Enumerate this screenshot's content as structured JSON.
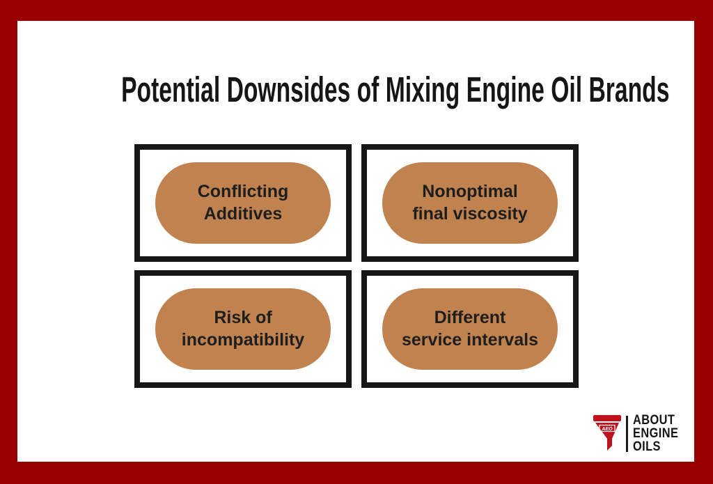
{
  "title": "Potential Downsides of Mixing Engine Oil Brands",
  "cards": [
    {
      "line1": "Conflicting",
      "line2": "Additives"
    },
    {
      "line1": "Nonoptimal",
      "line2": "final viscosity"
    },
    {
      "line1": "Risk of",
      "line2": "incompatibility"
    },
    {
      "line1": "Different",
      "line2": "service intervals"
    }
  ],
  "logo": {
    "icon": "oil-funnel-icon",
    "icon_text": "AEO",
    "line1": "ABOUT",
    "line2": "ENGINE",
    "line3": "OILS"
  },
  "colors": {
    "frame_red": "#990000",
    "card_fill_tan": "#c0834f",
    "card_border_black": "#161616",
    "text_black": "#1e1e1e",
    "logo_red": "#c0121c",
    "background_white": "#ffffff"
  }
}
